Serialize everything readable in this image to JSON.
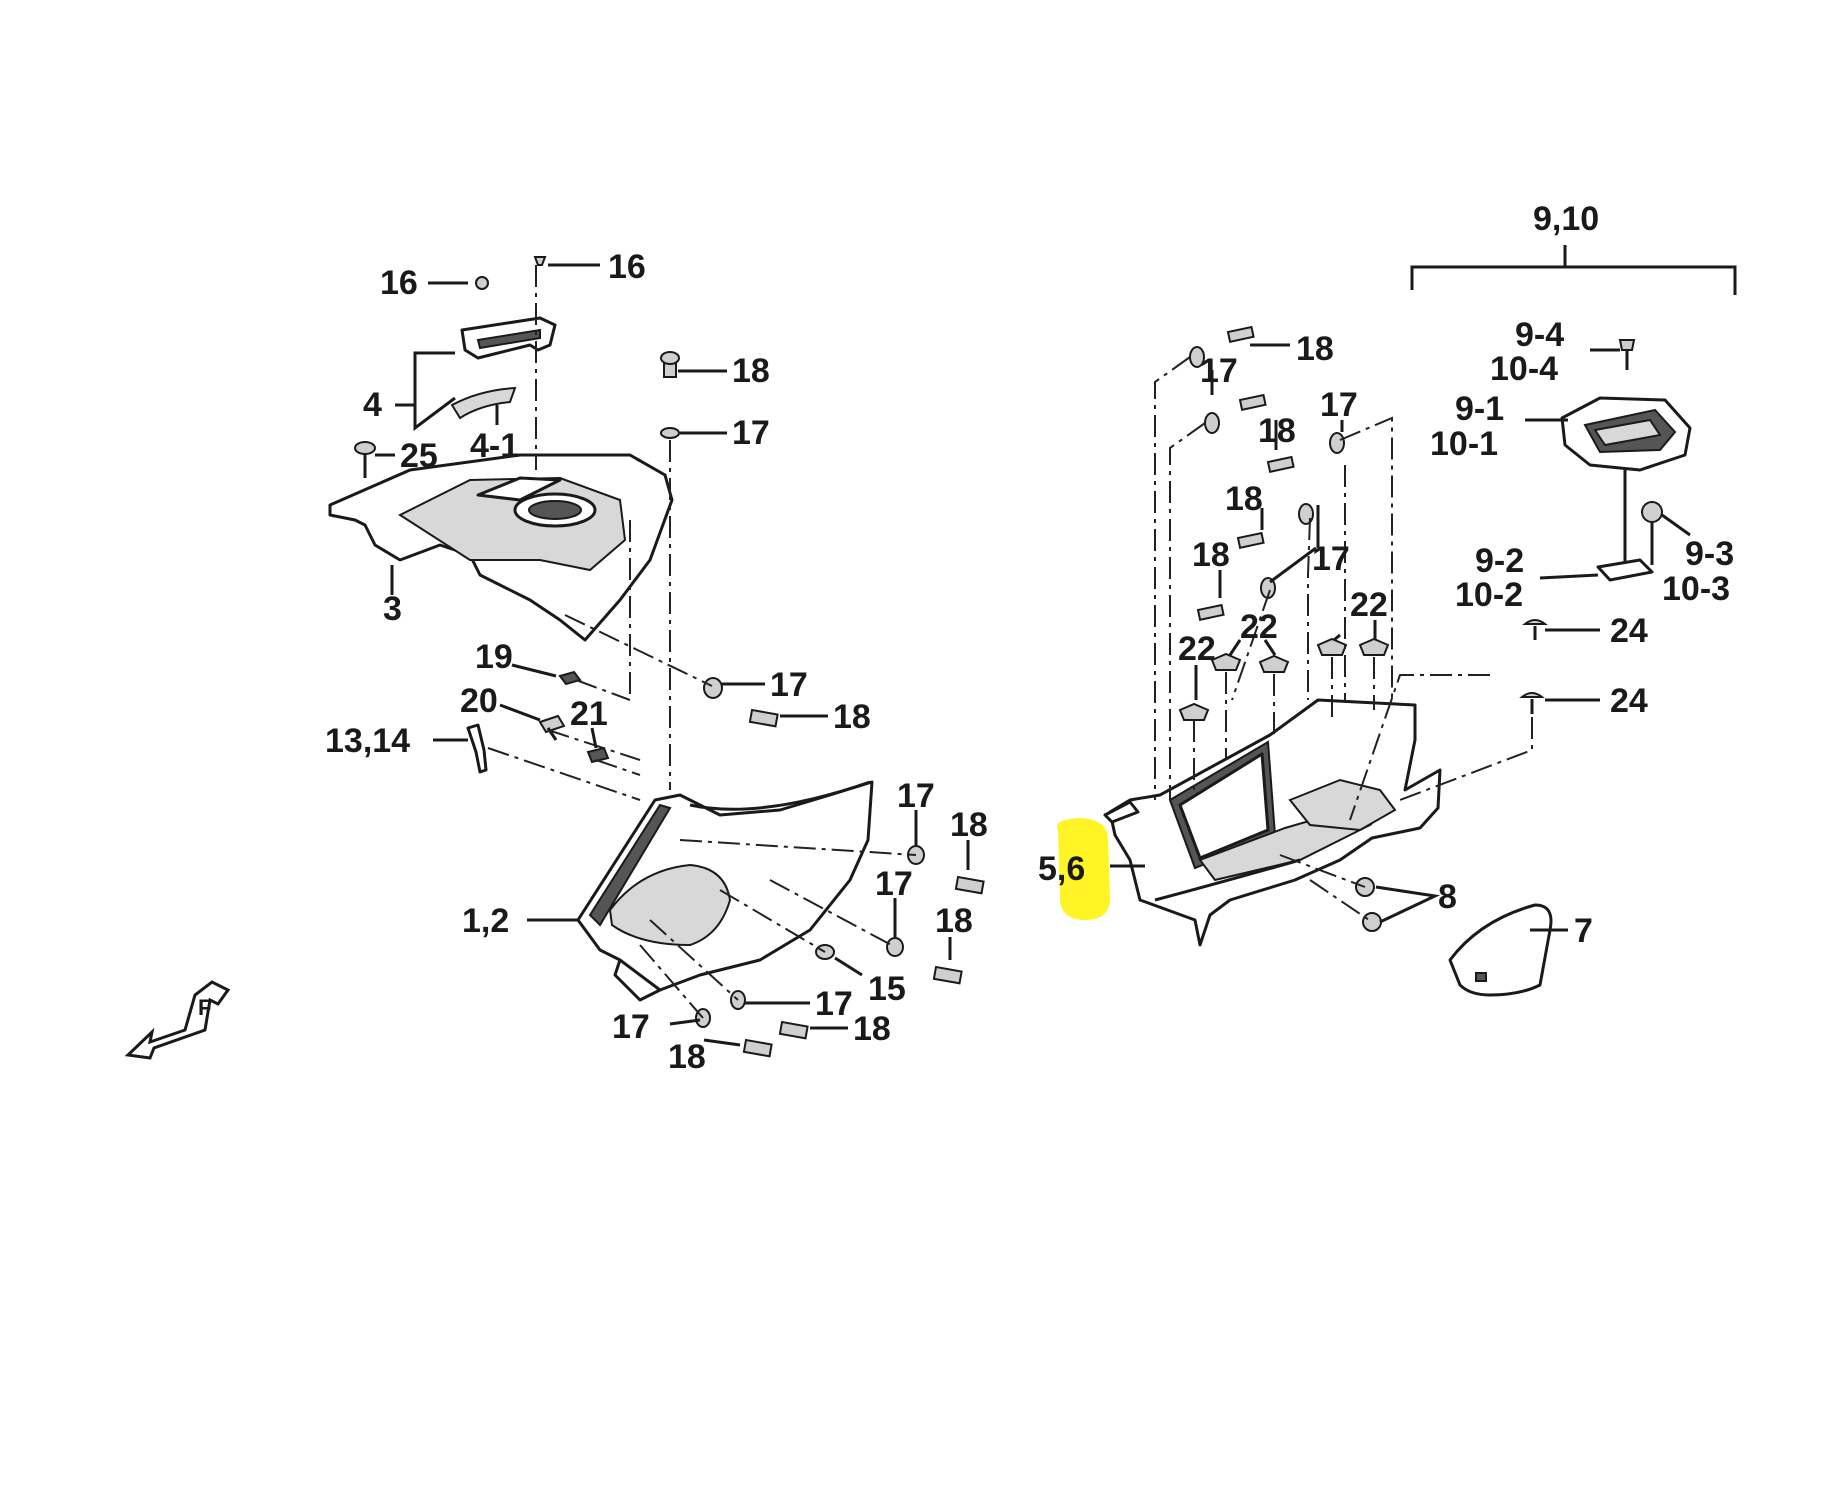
{
  "labels": {
    "l16a": "16",
    "l16b": "16",
    "l4": "4",
    "l4_1": "4-1",
    "l25": "25",
    "l3": "3",
    "l18a": "18",
    "l17a": "17",
    "l19": "19",
    "l20": "20",
    "l21": "21",
    "l13_14": "13,14",
    "l17b": "17",
    "l18b": "18",
    "l1_2": "1,2",
    "l17c": "17",
    "l18c": "18",
    "l17d": "17",
    "l18d": "18",
    "l15": "15",
    "l17e": "17",
    "l18e": "18",
    "l17f": "17",
    "l18f": "18",
    "l9_10": "9,10",
    "l9_4": "9-4",
    "l10_4": "10-4",
    "l9_1": "9-1",
    "l10_1": "10-1",
    "l9_2": "9-2",
    "l10_2": "10-2",
    "l9_3": "9-3",
    "l10_3": "10-3",
    "l24a": "24",
    "l24b": "24",
    "r18a": "18",
    "r17a": "17",
    "r18b": "18",
    "r17b": "17",
    "r18c": "18",
    "r18d": "18",
    "r17c": "17",
    "r22a": "22",
    "r22b": "22",
    "r22c": "22",
    "l5_6": "5,6",
    "l8": "8",
    "l7": "7",
    "arrow_letter": "F"
  },
  "highlight": {
    "target": "5,6",
    "color": "#fff200"
  }
}
